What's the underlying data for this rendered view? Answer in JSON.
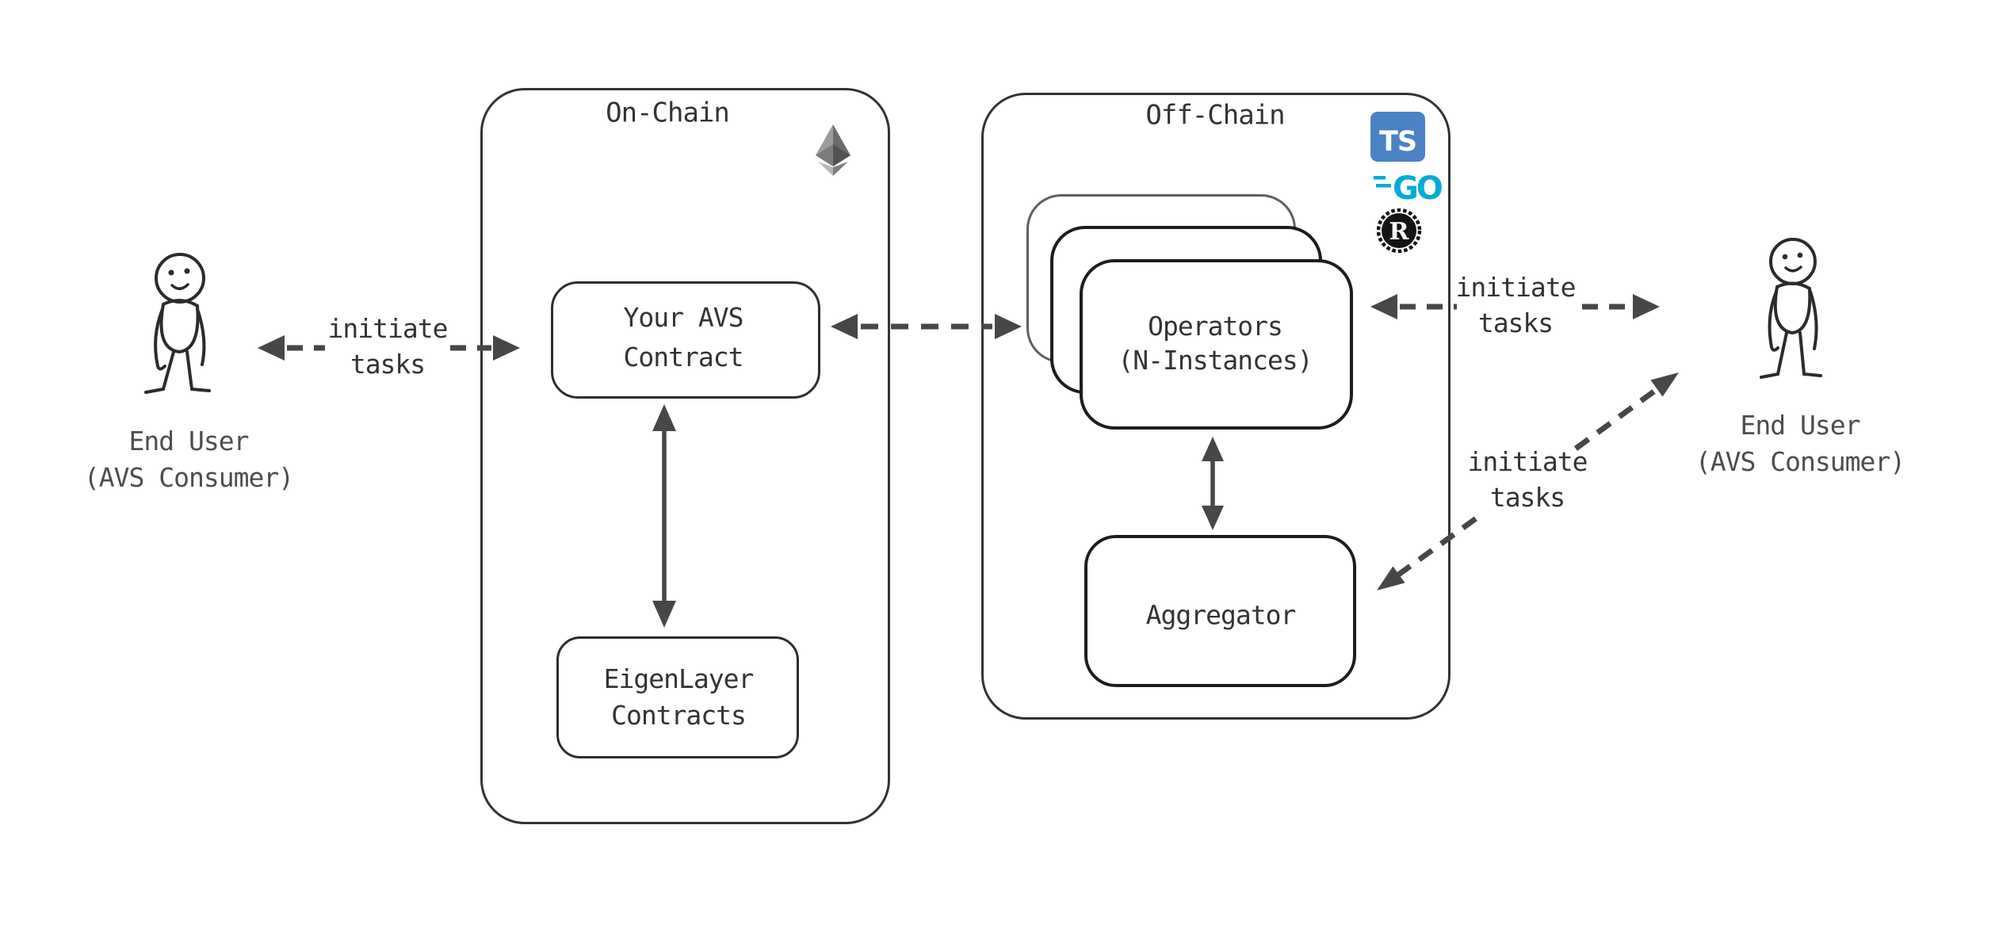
{
  "colors": {
    "background": "#ffffff",
    "box_border": "#333333",
    "arrow": "#474747",
    "label_text": "#333333",
    "caption_text": "#4d4d4d",
    "typescript_blue": "#4a82c4",
    "go_cyan": "#00acd7",
    "rust_black": "#141414",
    "eth_gray_light": "#9c9c9c",
    "eth_gray_dark": "#6b6b6b"
  },
  "actors": {
    "left_user": {
      "name": "End User",
      "role": "(AVS Consumer)"
    },
    "right_user": {
      "name": "End User",
      "role": "(AVS Consumer)"
    }
  },
  "on_chain": {
    "title": "On-Chain",
    "avs_contract": {
      "line1": "Your AVS",
      "line2": "Contract"
    },
    "eigenlayer": {
      "line1": "EigenLayer",
      "line2": "Contracts"
    }
  },
  "off_chain": {
    "title": "Off-Chain",
    "operators": {
      "line1": "Operators",
      "line2": "(N-Instances)"
    },
    "aggregator": {
      "label": "Aggregator"
    }
  },
  "edges": {
    "user_to_avs": {
      "line1": "initiate",
      "line2": "tasks"
    },
    "user_to_operators": {
      "line1": "initiate",
      "line2": "tasks"
    },
    "user_to_aggregator": {
      "line1": "initiate",
      "line2": "tasks"
    }
  },
  "icons": {
    "typescript": {
      "text": "TS"
    },
    "go": {
      "text": "GO"
    },
    "rust": {
      "text": "R"
    }
  }
}
